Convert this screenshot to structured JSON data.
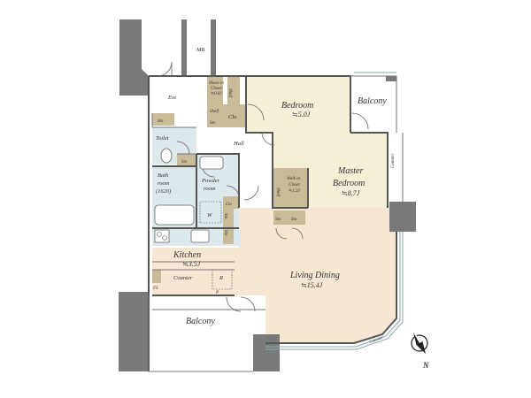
{
  "plan": {
    "labels": {
      "mb": "MB",
      "ent": "Ent",
      "hall": "Hall",
      "toilet": "Toilet",
      "bath_line1": "Bath",
      "bath_line2": "room",
      "bath_line3": "(1620)",
      "powder_line1": "Powder",
      "powder_line2": "room",
      "w": "W",
      "lin": "Lin",
      "kitchen": "Kitchen",
      "kitchen_area": "≒3.5J",
      "counter": "Counter",
      "r": "R",
      "fs": "FS",
      "p": "P",
      "bedroom": "Bedroom",
      "bedroom_area": "≒5.0J",
      "master_line1": "Master",
      "master_line2": "Bedroom",
      "master_area": "≒8.7J",
      "living": "Living Dining",
      "living_area": "≒15.4J",
      "balcony_top": "Balcony",
      "balcony_bottom": "Balcony",
      "clo": "Clo",
      "shelf": "Shelf",
      "sto": "Sto",
      "shoes_line1": "Shoes in",
      "shoes_line2": "Closet",
      "shoes_line3": "≒0.8J",
      "walkin_line1": "Walk in",
      "walkin_line2": "Closet",
      "walkin_line3": "≒1.2J",
      "counter_side": "Counter",
      "counter_diag": "Counter",
      "compass_n": "N"
    },
    "colors": {
      "wall": "#7a7a7a",
      "wet_area": "#dde8ec",
      "living": "#f7e6d2",
      "bedroom": "#f7f0d8",
      "storage": "#c9bb98"
    }
  }
}
